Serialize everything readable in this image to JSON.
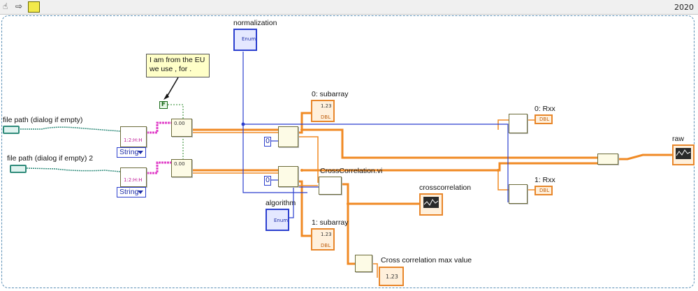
{
  "toolbar": {
    "tools": [
      {
        "icon": "hand-icon",
        "glyph": "☝"
      },
      {
        "icon": "arrow-right-icon",
        "glyph": "⇨"
      }
    ],
    "year": "2020"
  },
  "comment": {
    "line1": "I am from the EU",
    "line2": "we use , for ."
  },
  "bool_constant": "F",
  "labels": {
    "normalization": "normalization",
    "file_path_1": "file path (dialog if empty)",
    "file_path_2": "file path (dialog if empty) 2",
    "subarray_0": "0: subarray",
    "subarray_1": "1: subarray",
    "rxx_0": "0: Rxx",
    "rxx_1": "1: Rxx",
    "raw": "raw",
    "crosscorrelation_vi": "CrossCorrelation.vi",
    "crosscorrelation": "crosscorrelation",
    "algorithm": "algorithm",
    "max_value": "Cross correlation max value"
  },
  "string_selector_1": "String",
  "string_selector_2": "String",
  "index_constant_1": "0",
  "index_constant_2": "0",
  "enum_text": "Enum",
  "dbl_text": "DBL",
  "num_123": "1.23",
  "colors": {
    "orange_wire": "#f08a24",
    "blue_wire": "#2b3fcf",
    "pink_wire": "#e040c8",
    "teal_wire": "#2e8b7a",
    "green_wire": "#2a8a2a"
  }
}
